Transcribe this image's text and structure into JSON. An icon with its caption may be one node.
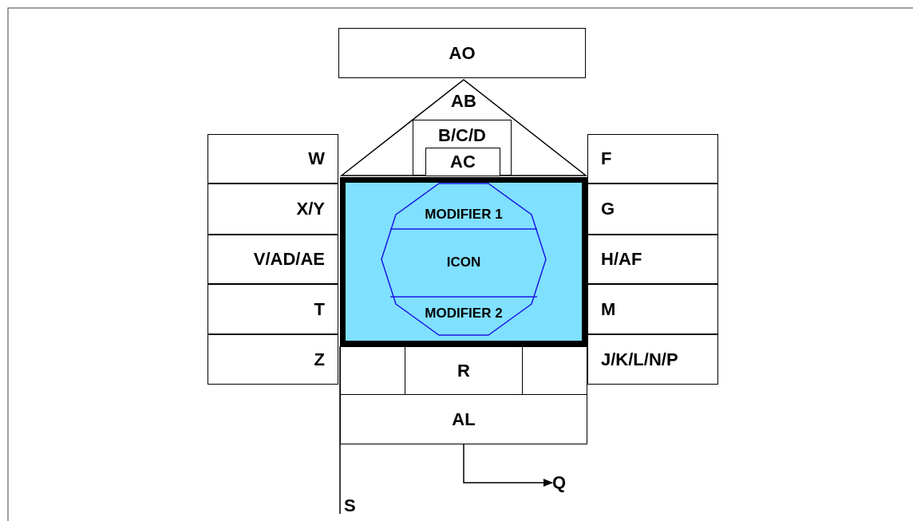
{
  "diagram": {
    "nodes": [
      {
        "text": [
          "AO"
        ]
      },
      {
        "text": [
          "AB"
        ]
      },
      {
        "text": [
          "B/C/D"
        ],
        "in": 1
      },
      {
        "text": [
          "AC"
        ],
        "in": 2
      },
      {
        "text": [
          "W"
        ]
      },
      {
        "text": [
          "X/Y"
        ]
      },
      {
        "text": [
          "V/AD/AE"
        ]
      },
      {
        "text": [
          "T"
        ]
      },
      {
        "text": [
          "Z"
        ]
      },
      {
        "text": [
          "F"
        ]
      },
      {
        "text": [
          "G"
        ]
      },
      {
        "text": [
          "H/AF"
        ]
      },
      {
        "text": [
          "M"
        ]
      },
      {
        "text": [
          "J/K/L/N/P"
        ]
      },
      {
        "text": [],
        "shape": "box"
      },
      {
        "text": [
          "MODIFIER 1",
          "ICON",
          "MODIFIER 2"
        ],
        "in": 14
      },
      {
        "text": [],
        "shape": "box"
      },
      {
        "text": [
          "R"
        ]
      },
      {
        "text": [],
        "shape": "box"
      },
      {
        "text": [
          "AL"
        ]
      },
      {
        "text": [
          "Q"
        ]
      },
      {
        "text": [
          "S"
        ]
      }
    ],
    "edges": [
      {
        "from": 19,
        "to": 20,
        "arrow": "to"
      },
      {
        "from": 14,
        "to": 21,
        "arrow": "none"
      }
    ]
  }
}
